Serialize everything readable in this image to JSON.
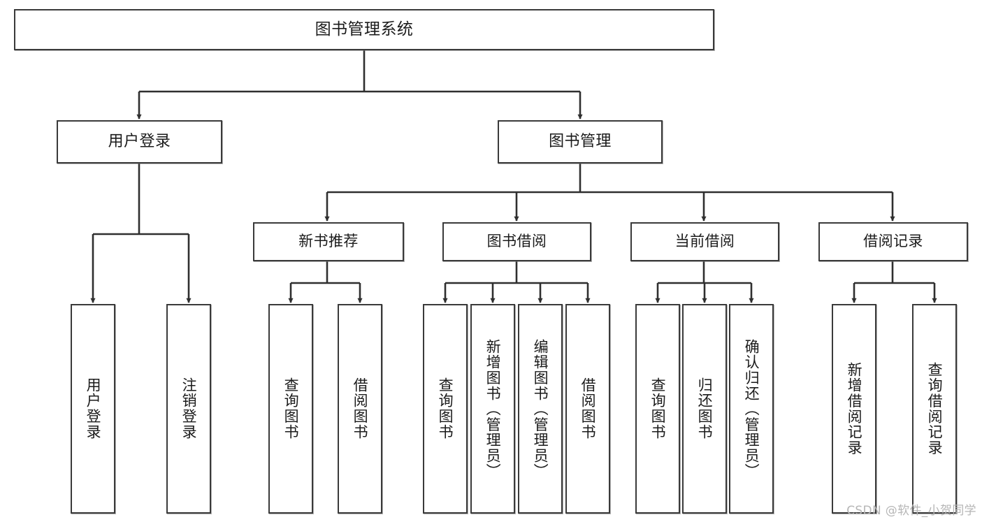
{
  "diagram": {
    "title": "图书管理系统",
    "type": "hierarchy-tree",
    "colors": {
      "background": "#ffffff",
      "node_border": "#3a3a3a",
      "node_fill": "#ffffff",
      "connector": "#2f2f2f",
      "text": "#1b1b1b",
      "watermark": "#b6b6b6"
    },
    "levels": [
      {
        "level": 1,
        "nodes": [
          {
            "id": "root",
            "label": "图书管理系统",
            "orientation": "horizontal"
          }
        ]
      },
      {
        "level": 2,
        "nodes": [
          {
            "id": "user-login",
            "label": "用户登录",
            "orientation": "horizontal"
          },
          {
            "id": "book-manage",
            "label": "图书管理",
            "orientation": "horizontal"
          }
        ]
      },
      {
        "level": 3,
        "nodes": [
          {
            "id": "new-book-rec",
            "label": "新书推荐",
            "orientation": "horizontal"
          },
          {
            "id": "book-borrow",
            "label": "图书借阅",
            "orientation": "horizontal"
          },
          {
            "id": "current-borrow",
            "label": "当前借阅",
            "orientation": "horizontal"
          },
          {
            "id": "borrow-record",
            "label": "借阅记录",
            "orientation": "horizontal"
          }
        ]
      },
      {
        "level": 4,
        "nodes": [
          {
            "id": "leaf-user-login",
            "label": "用户登录",
            "orientation": "vertical",
            "parent": "user-login"
          },
          {
            "id": "leaf-logout",
            "label": "注销登录",
            "orientation": "vertical",
            "parent": "user-login"
          },
          {
            "id": "leaf-query-book-1",
            "label": "查询图书",
            "orientation": "vertical",
            "parent": "new-book-rec"
          },
          {
            "id": "leaf-borrow-book-1",
            "label": "借阅图书",
            "orientation": "vertical",
            "parent": "new-book-rec"
          },
          {
            "id": "leaf-query-book-2",
            "label": "查询图书",
            "orientation": "vertical",
            "parent": "book-borrow"
          },
          {
            "id": "leaf-add-book",
            "label": "新增图书（管理员）",
            "orientation": "vertical",
            "parent": "book-borrow"
          },
          {
            "id": "leaf-edit-book",
            "label": "编辑图书（管理员）",
            "orientation": "vertical",
            "parent": "book-borrow"
          },
          {
            "id": "leaf-borrow-book-2",
            "label": "借阅图书",
            "orientation": "vertical",
            "parent": "book-borrow"
          },
          {
            "id": "leaf-query-book-3",
            "label": "查询图书",
            "orientation": "vertical",
            "parent": "current-borrow"
          },
          {
            "id": "leaf-return-book",
            "label": "归还图书",
            "orientation": "vertical",
            "parent": "current-borrow"
          },
          {
            "id": "leaf-confirm-return",
            "label": "确认归还（管理员）",
            "orientation": "vertical",
            "parent": "current-borrow"
          },
          {
            "id": "leaf-add-record",
            "label": "新增借阅记录",
            "orientation": "vertical",
            "parent": "borrow-record"
          },
          {
            "id": "leaf-query-record",
            "label": "查询借阅记录",
            "orientation": "vertical",
            "parent": "borrow-record"
          }
        ]
      }
    ]
  },
  "watermark": {
    "text": "CSDN @软件_小贺同学"
  }
}
